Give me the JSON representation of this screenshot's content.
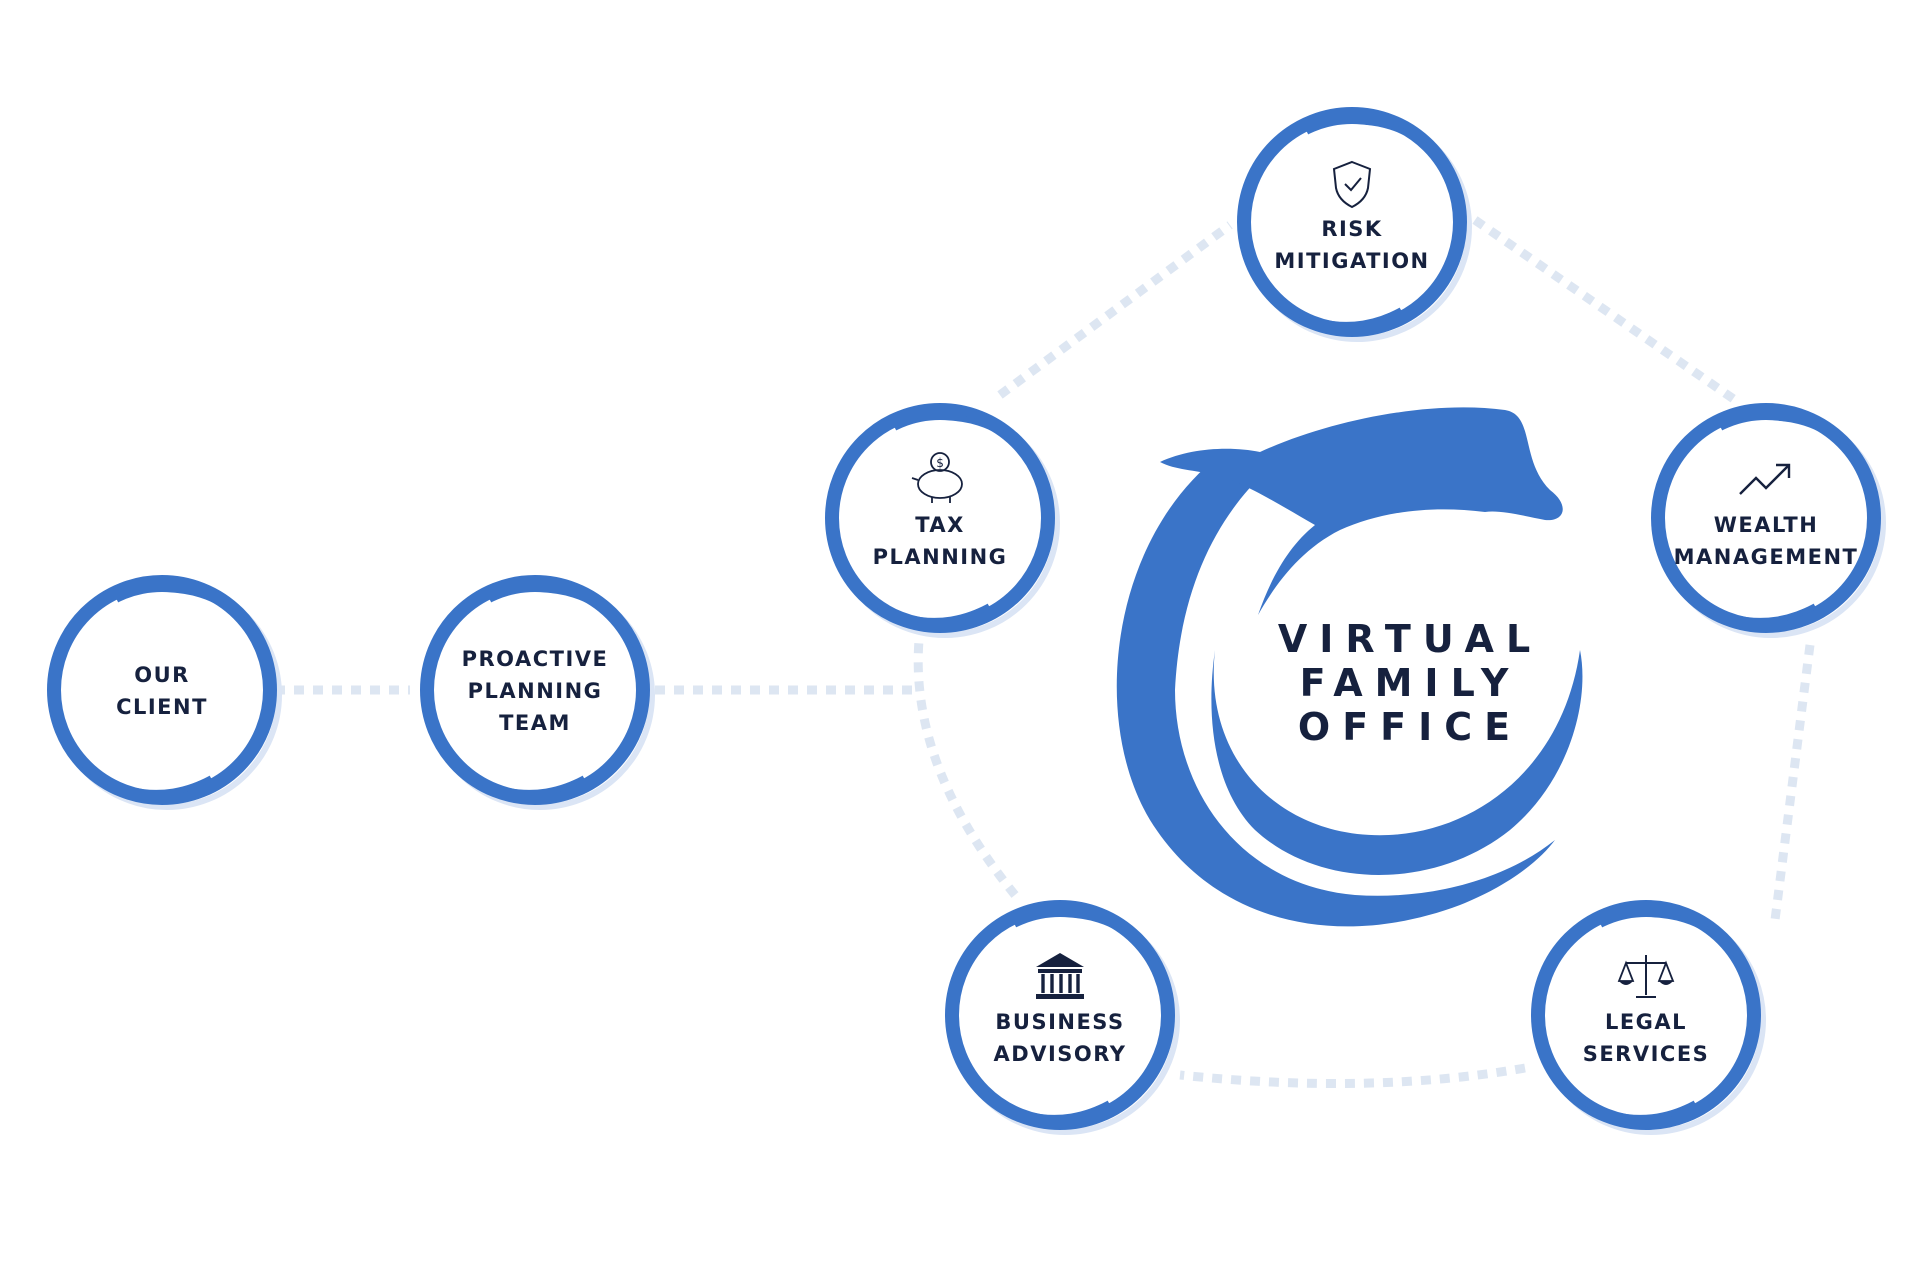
{
  "colors": {
    "ring": "#3a74c8",
    "ring_shadow": "#dbe5f5",
    "connector": "#dde6f2",
    "text": "#16213e"
  },
  "center": {
    "logo": "dolphin-icon",
    "lines": [
      "VIRTUAL",
      "FAMILY",
      "OFFICE"
    ]
  },
  "nodes": [
    {
      "id": "our-client",
      "lines": [
        "OUR",
        "CLIENT"
      ],
      "icon": ""
    },
    {
      "id": "proactive-planning-team",
      "lines": [
        "PROACTIVE",
        "PLANNING",
        "TEAM"
      ],
      "icon": ""
    },
    {
      "id": "tax-planning",
      "lines": [
        "TAX",
        "PLANNING"
      ],
      "icon": "piggy-bank-icon"
    },
    {
      "id": "risk-mitigation",
      "lines": [
        "RISK",
        "MITIGATION"
      ],
      "icon": "shield-check-icon"
    },
    {
      "id": "wealth-management",
      "lines": [
        "WEALTH",
        "MANAGEMENT"
      ],
      "icon": "trend-up-icon"
    },
    {
      "id": "legal-services",
      "lines": [
        "LEGAL",
        "SERVICES"
      ],
      "icon": "scales-icon"
    },
    {
      "id": "business-advisory",
      "lines": [
        "BUSINESS",
        "ADVISORY"
      ],
      "icon": "bank-icon"
    }
  ]
}
